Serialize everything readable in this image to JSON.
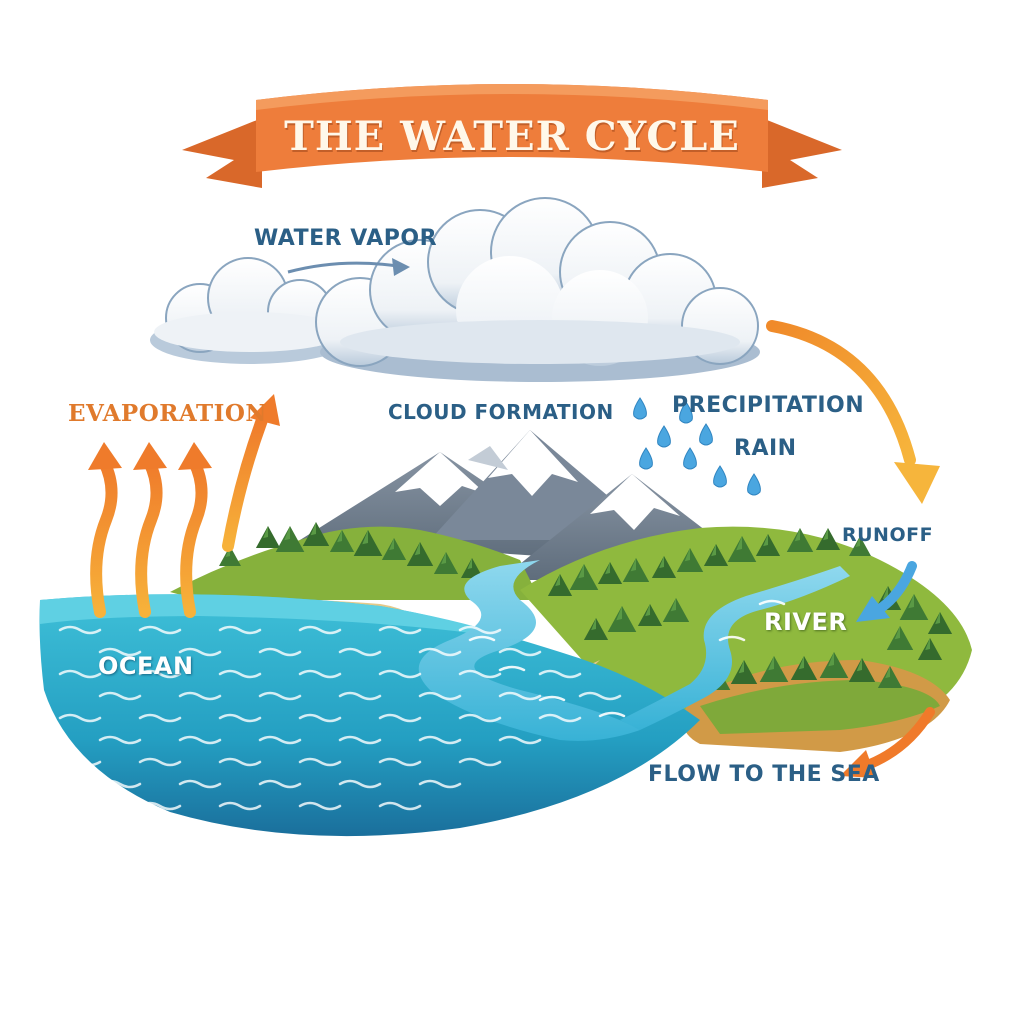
{
  "title": "THE WATER CYCLE",
  "labels": {
    "water_vapor": "WATER VAPOR",
    "evaporation": "EVAPORATION",
    "cloud_formation": "CLOUD FORMATION",
    "precipitation": "PRECIPITATION",
    "rain": "RAIN",
    "runoff": "RUNOFF",
    "river": "RIVER",
    "ocean": "OCEAN",
    "flow_to_the_sea": "FLOW TO THE SEA"
  },
  "colors": {
    "banner": "#ee7d3b",
    "banner_shadow": "#c9581e",
    "arrow_orange": "#f29a2e",
    "arrow_blue": "#4aa6e0",
    "label_blue": "#2b5f86",
    "label_orange": "#e07a2c",
    "ocean": "#2aa6c8",
    "grass": "#8fb93e",
    "forest": "#3f7a34",
    "mountain": "#6f7f8f",
    "snow": "#ffffff",
    "cloud": "#f4f6f9"
  }
}
